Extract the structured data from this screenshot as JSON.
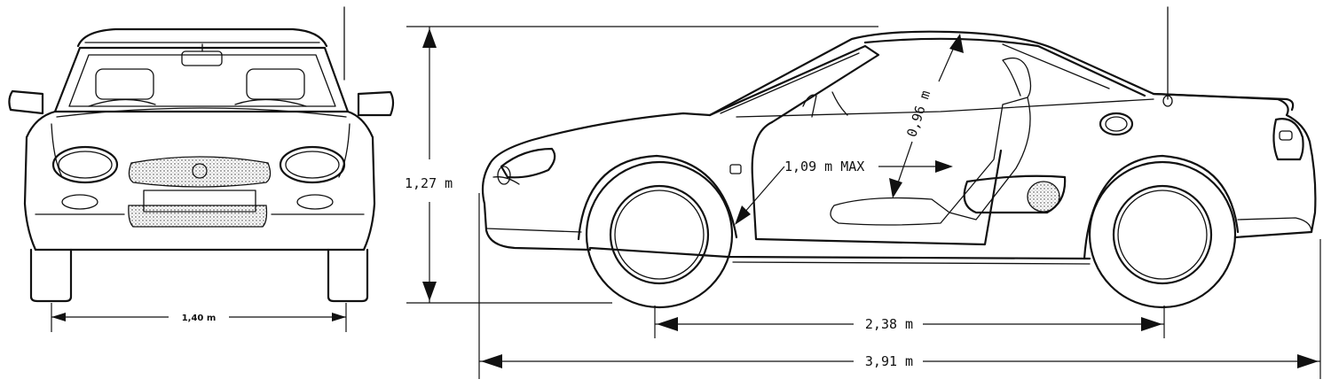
{
  "dimensions": {
    "front_track": "1,40 m",
    "height": "1,27 m",
    "headroom": "0,96 m",
    "door_opening": "1,09 m MAX",
    "wheelbase": "2,38 m",
    "length": "3,91 m"
  }
}
